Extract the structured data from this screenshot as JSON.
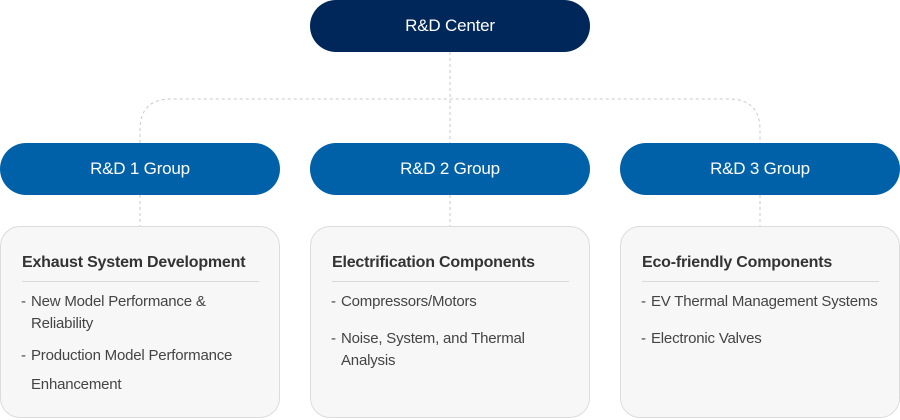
{
  "header": {
    "title": "R&D Center"
  },
  "groups": [
    {
      "name": "R&D 1 Group",
      "card_title": "Exhaust System Development",
      "items": [
        "New Model Performance & Reliability",
        "Production Model Performance Enhancement"
      ]
    },
    {
      "name": "R&D 2 Group",
      "card_title": "Electrification Components",
      "items": [
        "Compressors/Motors",
        "Noise, System, and Thermal Analysis"
      ]
    },
    {
      "name": "R&D 3 Group",
      "card_title": "Eco-friendly Components",
      "items": [
        "EV Thermal Management Systems",
        "Electronic Valves"
      ]
    }
  ],
  "colors": {
    "center_fill": "#00275a",
    "group_fill": "#0061a8",
    "card_fill": "#f7f7f7",
    "connector": "#c8c8c8"
  }
}
